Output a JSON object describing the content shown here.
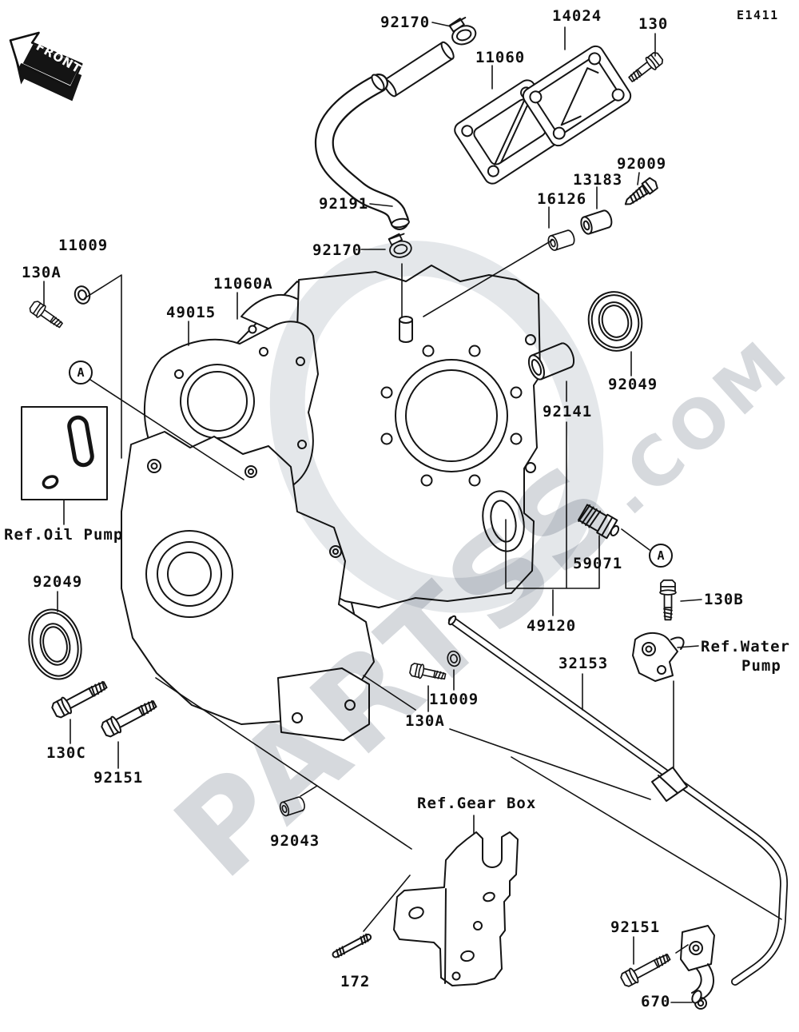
{
  "diagram": {
    "code": "E1411",
    "front_stamp": "FRONT",
    "watermark": {
      "main": "PARTSS",
      "suffix": ".COM"
    }
  },
  "callouts": {
    "c92170_top": "92170",
    "c14024": "14024",
    "c130": "130",
    "c11060": "11060",
    "c92191": "92191",
    "c92009": "92009",
    "c13183": "13183",
    "c16126": "16126",
    "c11009_upper": "11009",
    "c130a_upper": "130A",
    "c11060a": "11060A",
    "c49015": "49015",
    "c92170_mid": "92170",
    "c92049_right": "92049",
    "c92141": "92141",
    "ref_oil_pump": "Ref.Oil Pump",
    "c92049_left": "92049",
    "c59071": "59071",
    "c49120": "49120",
    "c130b": "130B",
    "ref_water_1": "Ref.Water",
    "ref_water_2": "Pump",
    "c32153": "32153",
    "c11009_lower": "11009",
    "c130a_lower": "130A",
    "c130c": "130C",
    "c92151_left": "92151",
    "c92043": "92043",
    "ref_gear_box": "Ref.Gear Box",
    "c172": "172",
    "c92151_right": "92151",
    "c670": "670",
    "marker_a_upper": "A",
    "marker_a_mid": "A"
  }
}
